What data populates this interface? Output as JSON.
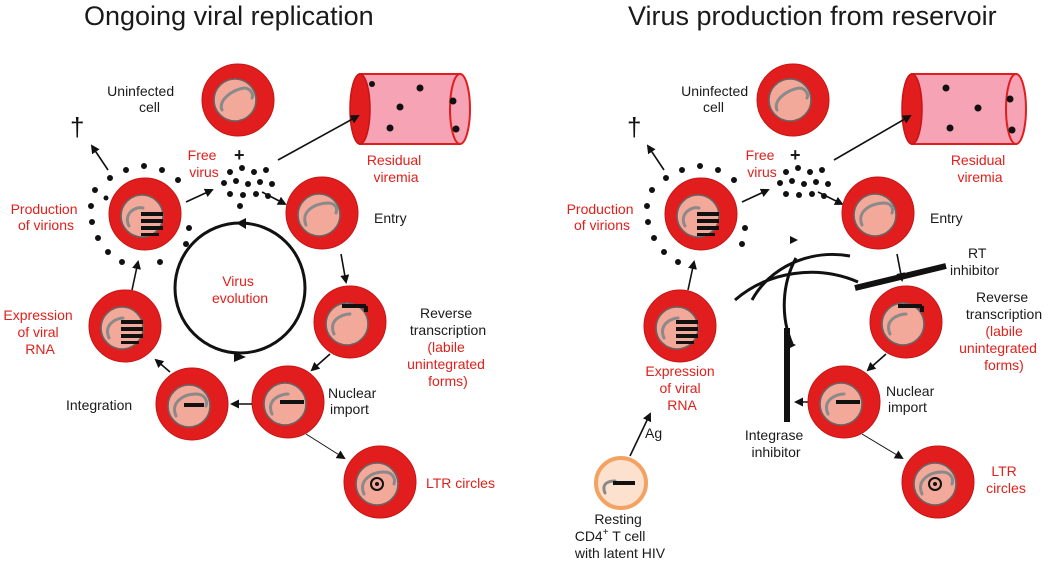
{
  "left": {
    "title": "Ongoing viral replication",
    "uninfected": [
      "Uninfected",
      "cell"
    ],
    "free_virus": [
      "Free",
      "virus"
    ],
    "plus": "+",
    "residual": [
      "Residual",
      "viremia"
    ],
    "entry": "Entry",
    "reverse": [
      "Reverse",
      "transcription"
    ],
    "labile": [
      "(labile",
      "unintegrated",
      "forms)"
    ],
    "nuclear": [
      "Nuclear",
      "import"
    ],
    "integration": "Integration",
    "expression": [
      "Expression",
      "of viral",
      "RNA"
    ],
    "production": [
      "Production",
      "of virions"
    ],
    "ltr": "LTR circles",
    "evolution": [
      "Virus",
      "evolution"
    ],
    "dagger": "†"
  },
  "right": {
    "title": "Virus production from reservoir",
    "uninfected": [
      "Uninfected",
      "cell"
    ],
    "free_virus": [
      "Free",
      "virus"
    ],
    "plus": "+",
    "residual": [
      "Residual",
      "viremia"
    ],
    "entry": "Entry",
    "rt_inhibitor": [
      "RT",
      "inhibitor"
    ],
    "reverse": [
      "Reverse",
      "transcription"
    ],
    "labile": [
      "(labile",
      "unintegrated",
      "forms)"
    ],
    "nuclear": [
      "Nuclear",
      "import"
    ],
    "integrase": [
      "Integrase",
      "inhibitor"
    ],
    "expression": [
      "Expression",
      "of viral",
      "RNA"
    ],
    "production": [
      "Production",
      "of virions"
    ],
    "ltr": [
      "LTR",
      "circles"
    ],
    "ag": "Ag",
    "resting": [
      "Resting",
      "CD4",
      "+",
      " T cell",
      "with latent HIV"
    ],
    "dagger": "†"
  },
  "colors": {
    "cell": "#e11d1d",
    "nucleus": "#f2a99a",
    "vessel": "#f5a3b5",
    "label_red": "#e0201b",
    "resting": "#f4a261"
  }
}
